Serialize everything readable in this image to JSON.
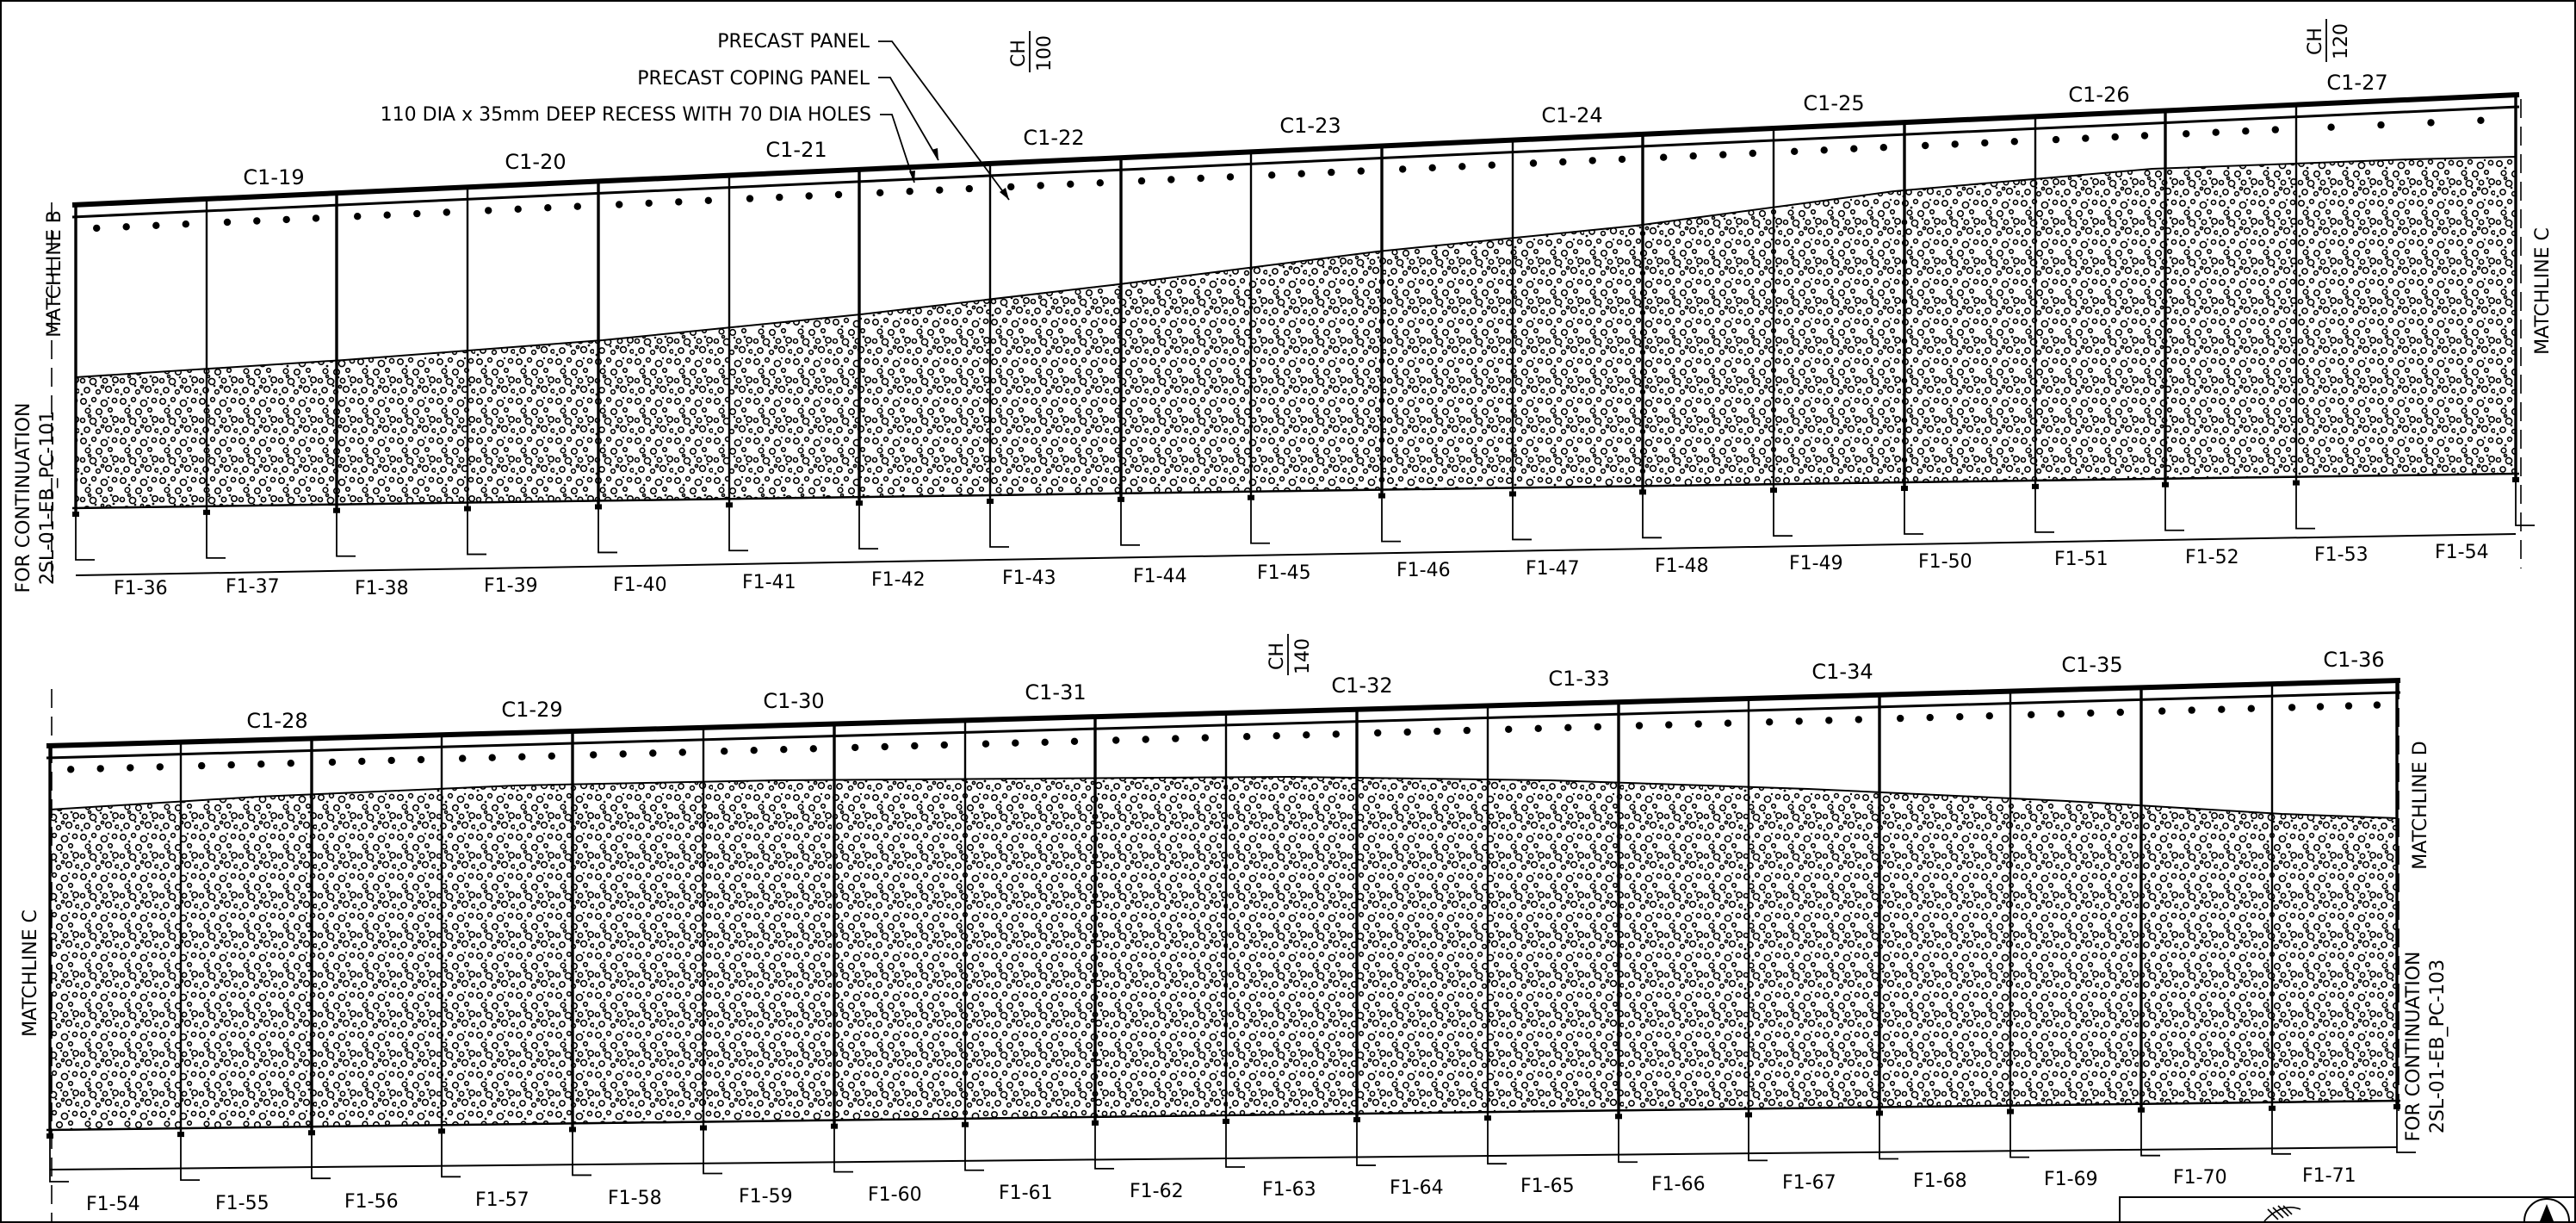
{
  "callouts": {
    "precast_panel": "PRECAST PANEL",
    "precast_coping_panel": "PRECAST COPING PANEL",
    "recess": "110 DIA x 35mm DEEP RECESS WITH 70 DIA HOLES"
  },
  "chainage": [
    {
      "label": "CH",
      "value": "100"
    },
    {
      "label": "CH",
      "value": "120"
    },
    {
      "label": "CH",
      "value": "140"
    }
  ],
  "top": {
    "matchline_left": "MATCHLINE B",
    "matchline_right": "MATCHLINE C",
    "continuation": [
      "FOR CONTINUATION",
      "2SL-01-EB_PC-101"
    ],
    "panels": [
      "C1-19",
      "C1-20",
      "C1-21",
      "C1-22",
      "C1-23",
      "C1-24",
      "C1-25",
      "C1-26",
      "C1-27"
    ],
    "footings": [
      "F1-36",
      "F1-37",
      "F1-38",
      "F1-39",
      "F1-40",
      "F1-41",
      "F1-42",
      "F1-43",
      "F1-44",
      "F1-45",
      "F1-46",
      "F1-47",
      "F1-48",
      "F1-49",
      "F1-50",
      "F1-51",
      "F1-52",
      "F1-53",
      "F1-54"
    ]
  },
  "bottom": {
    "matchline_left": "MATCHLINE C",
    "matchline_right": "MATCHLINE D",
    "continuation": [
      "FOR CONTINUATION",
      "2SL-01-EB_PC-103"
    ],
    "panels": [
      "C1-28",
      "C1-29",
      "C1-30",
      "C1-31",
      "C1-32",
      "C1-33",
      "C1-34",
      "C1-35",
      "C1-36"
    ],
    "footings": [
      "F1-54",
      "F1-55",
      "F1-56",
      "F1-57",
      "F1-58",
      "F1-59",
      "F1-60",
      "F1-61",
      "F1-62",
      "F1-63",
      "F1-64",
      "F1-65",
      "F1-66",
      "F1-67",
      "F1-68",
      "F1-69",
      "F1-70",
      "F1-71"
    ]
  },
  "colors": {
    "line": "#000000",
    "background": "#ffffff"
  }
}
